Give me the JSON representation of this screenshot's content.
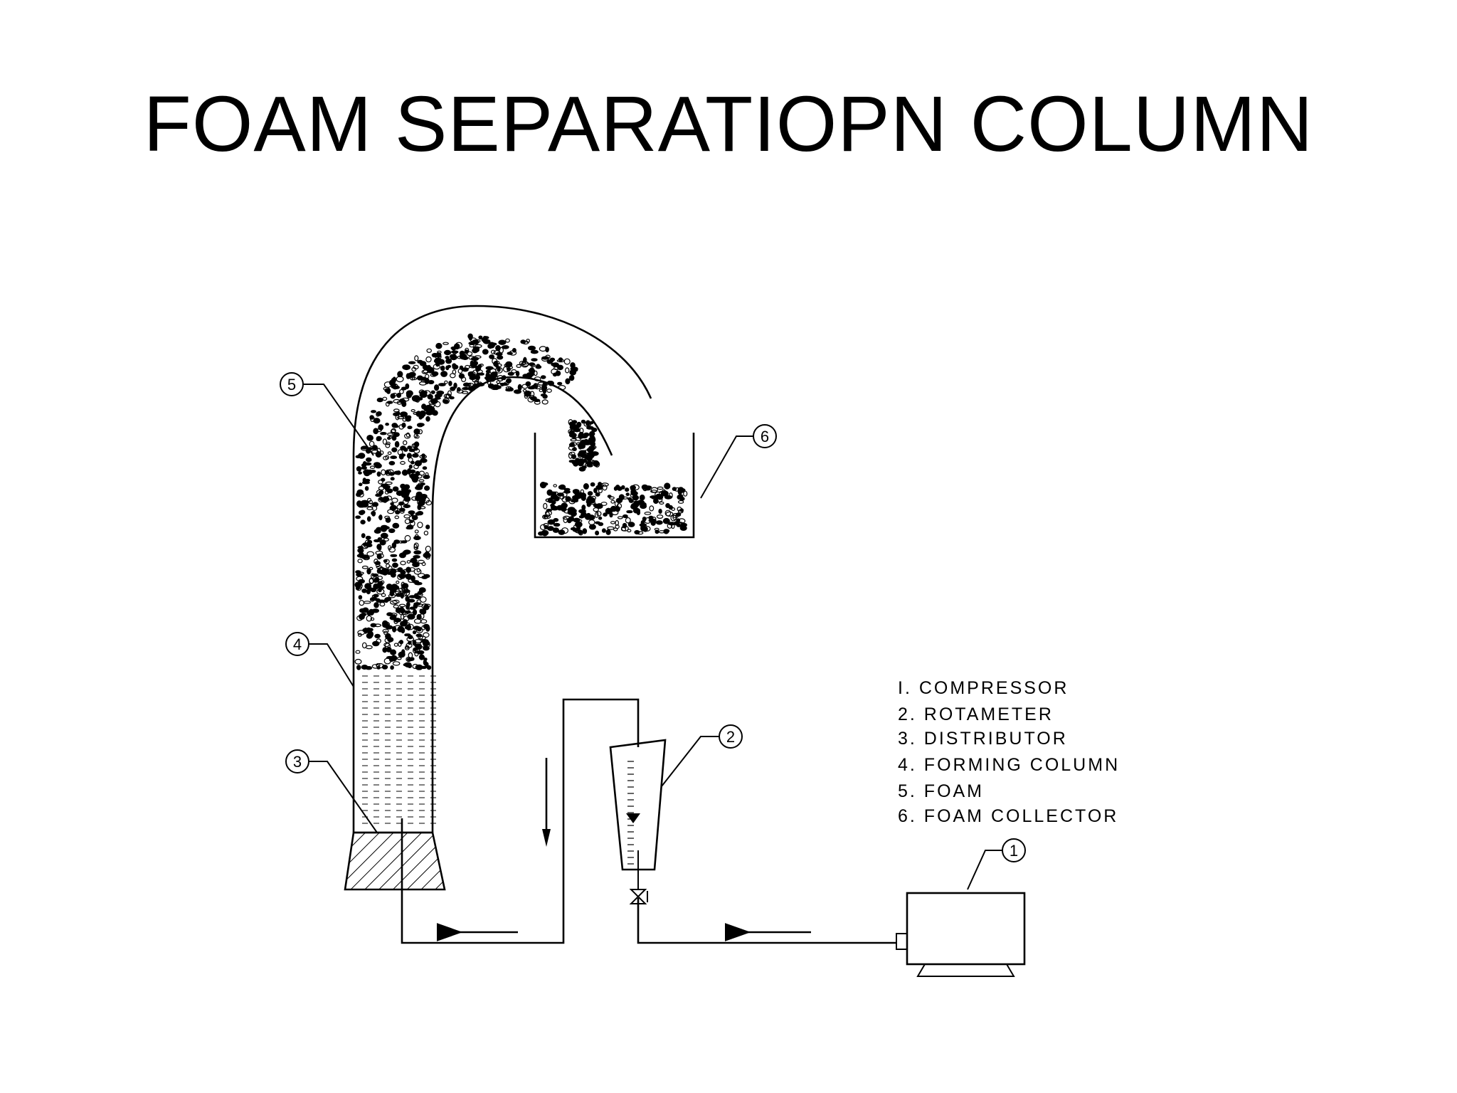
{
  "title": "FOAM SEPARATIOPN COLUMN",
  "callouts": [
    "1",
    "2",
    "3",
    "4",
    "5",
    "6"
  ],
  "legend": [
    "I. COMPRESSOR",
    "2. ROTAMETER",
    "3. DISTRIBUTOR",
    "4. FORMING COLUMN",
    "5. FOAM",
    "6. FOAM COLLECTOR"
  ]
}
